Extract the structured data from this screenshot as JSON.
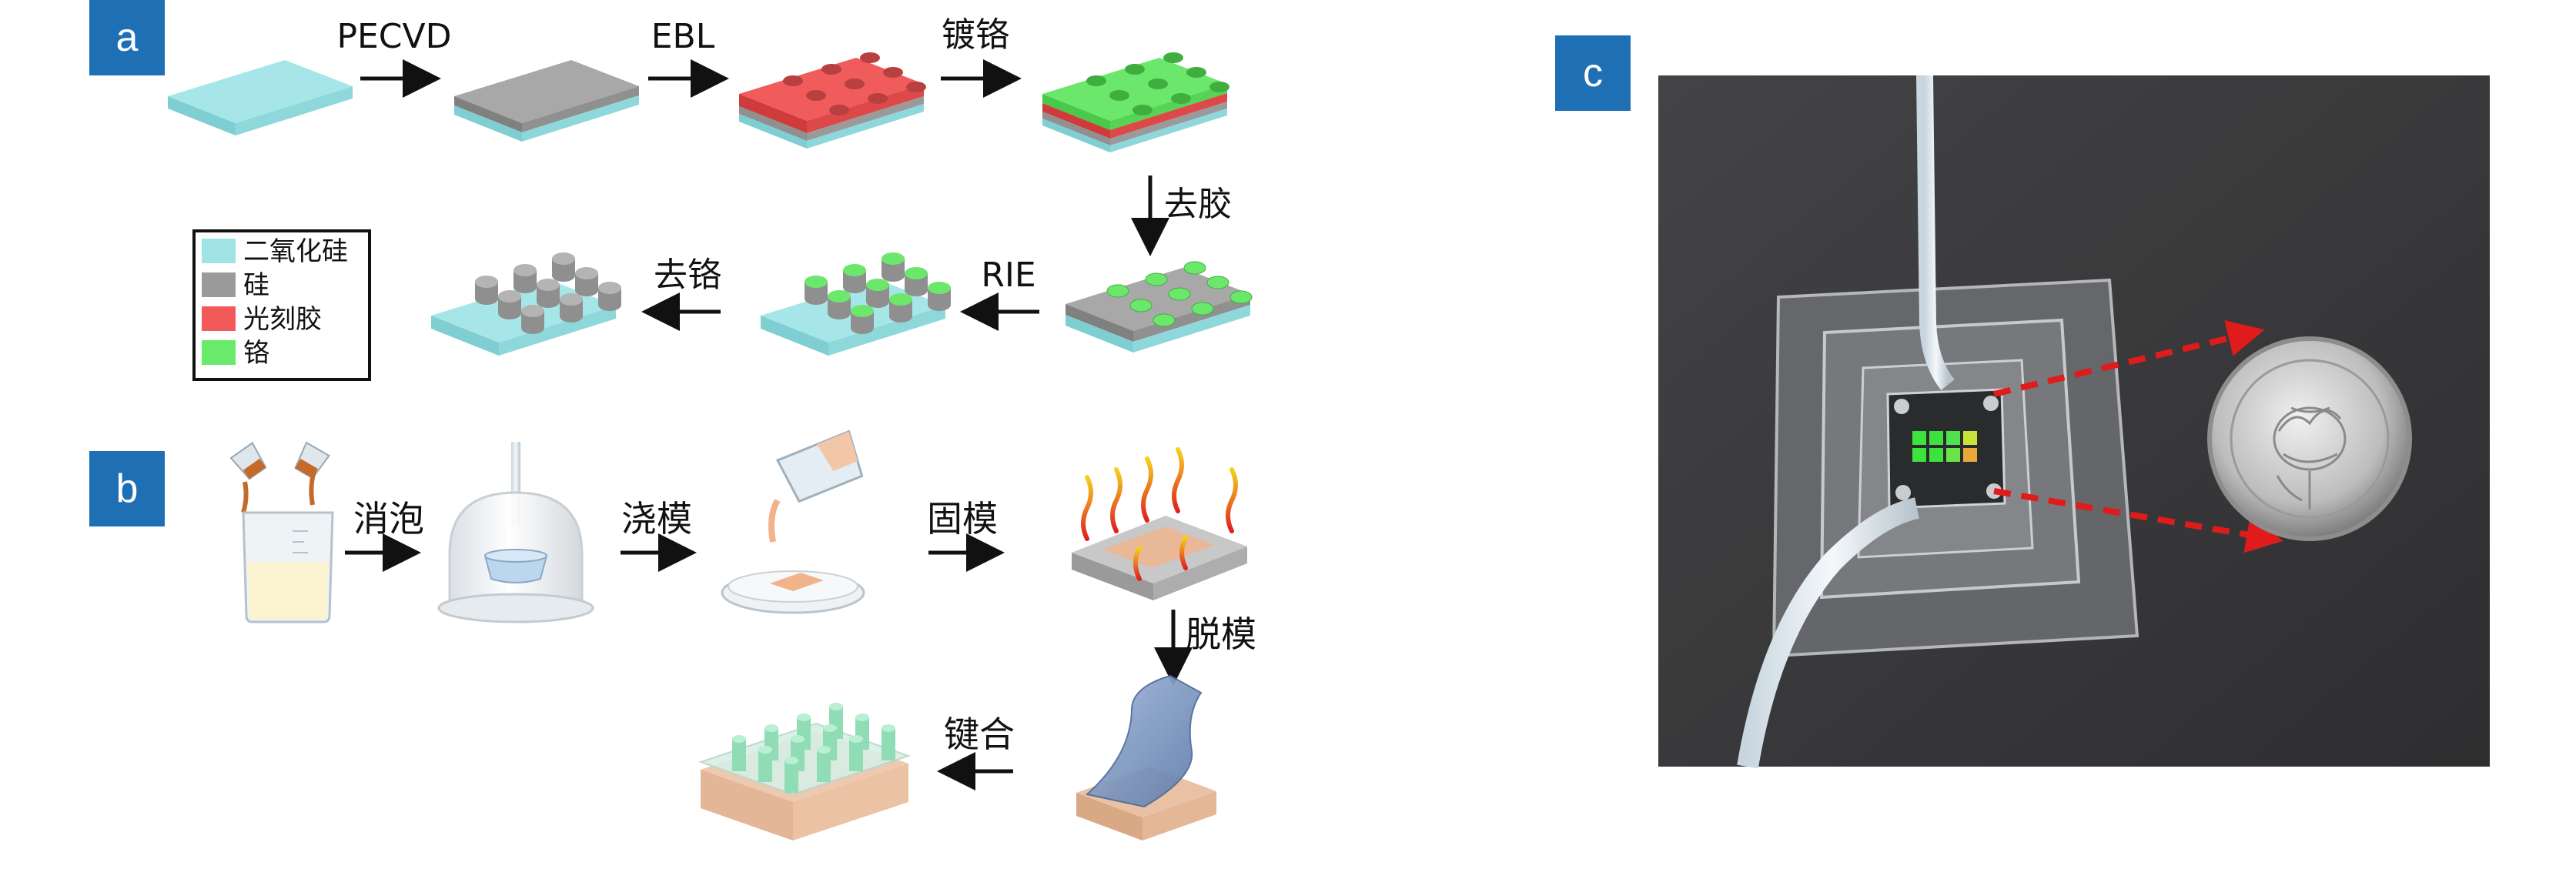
{
  "panels": {
    "a": {
      "label": "a"
    },
    "b": {
      "label": "b"
    },
    "c": {
      "label": "c"
    }
  },
  "colors": {
    "badge": "#1f6fb5",
    "sio2": "#9fe3e6",
    "si": "#9a9a9a",
    "photoresist": "#f25a5a",
    "chromium": "#6aea6a",
    "arrow": "#111111",
    "coin_arrow": "#e01b1b"
  },
  "steps_a": {
    "pecvd": "PECVD",
    "ebl": "EBL",
    "cr_plating": "镀铬",
    "strip_resist": "去胶",
    "rie": "RIE",
    "remove_cr": "去铬"
  },
  "legend": {
    "items": [
      {
        "label": "二氧化硅",
        "color": "#9fe3e6"
      },
      {
        "label": "硅",
        "color": "#9a9a9a"
      },
      {
        "label": "光刻胶",
        "color": "#f25a5a"
      },
      {
        "label": "铬",
        "color": "#6aea6a"
      }
    ]
  },
  "steps_b": {
    "degas": "消泡",
    "pour": "浇模",
    "cure": "固模",
    "demold": "脱模",
    "bond": "键合"
  }
}
